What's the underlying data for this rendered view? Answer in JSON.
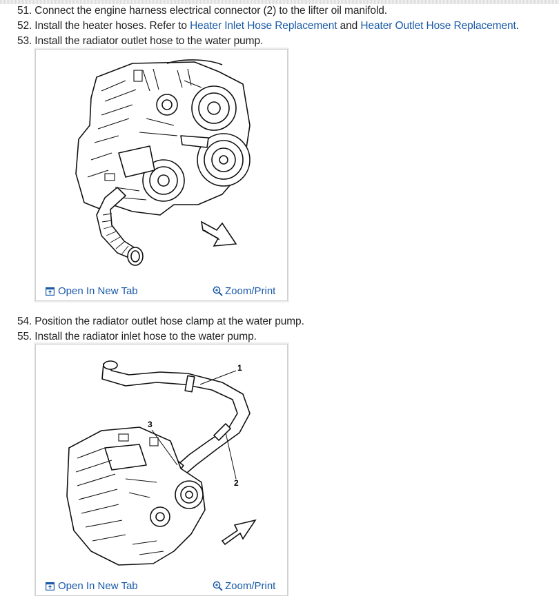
{
  "steps": {
    "s51": {
      "num": "51.",
      "text": "Connect the engine harness electrical connector (2) to the lifter oil manifold."
    },
    "s52": {
      "num": "52.",
      "text_a": "Install the heater hoses. Refer to ",
      "link1": "Heater Inlet Hose Replacement",
      "text_b": " and ",
      "link2": "Heater Outlet Hose Replacement",
      "text_c": "."
    },
    "s53": {
      "num": "53.",
      "text": "Install the radiator outlet hose to the water pump."
    },
    "s54": {
      "num": "54.",
      "text": "Position the radiator outlet hose clamp at the water pump."
    },
    "s55": {
      "num": "55.",
      "text": "Install the radiator inlet hose to the water pump."
    }
  },
  "figures": {
    "fig1": {
      "open_label": "Open In New Tab",
      "zoom_label": "Zoom/Print"
    },
    "fig2": {
      "open_label": "Open In New Tab",
      "zoom_label": "Zoom/Print",
      "callouts": {
        "c1": "1",
        "c2": "2",
        "c3": "3"
      }
    }
  },
  "colors": {
    "link": "#1a5aa8",
    "text": "#222222",
    "border": "#cfcfcf"
  },
  "icons": {
    "open": "open-new-tab-icon",
    "zoom": "magnifier-icon"
  }
}
